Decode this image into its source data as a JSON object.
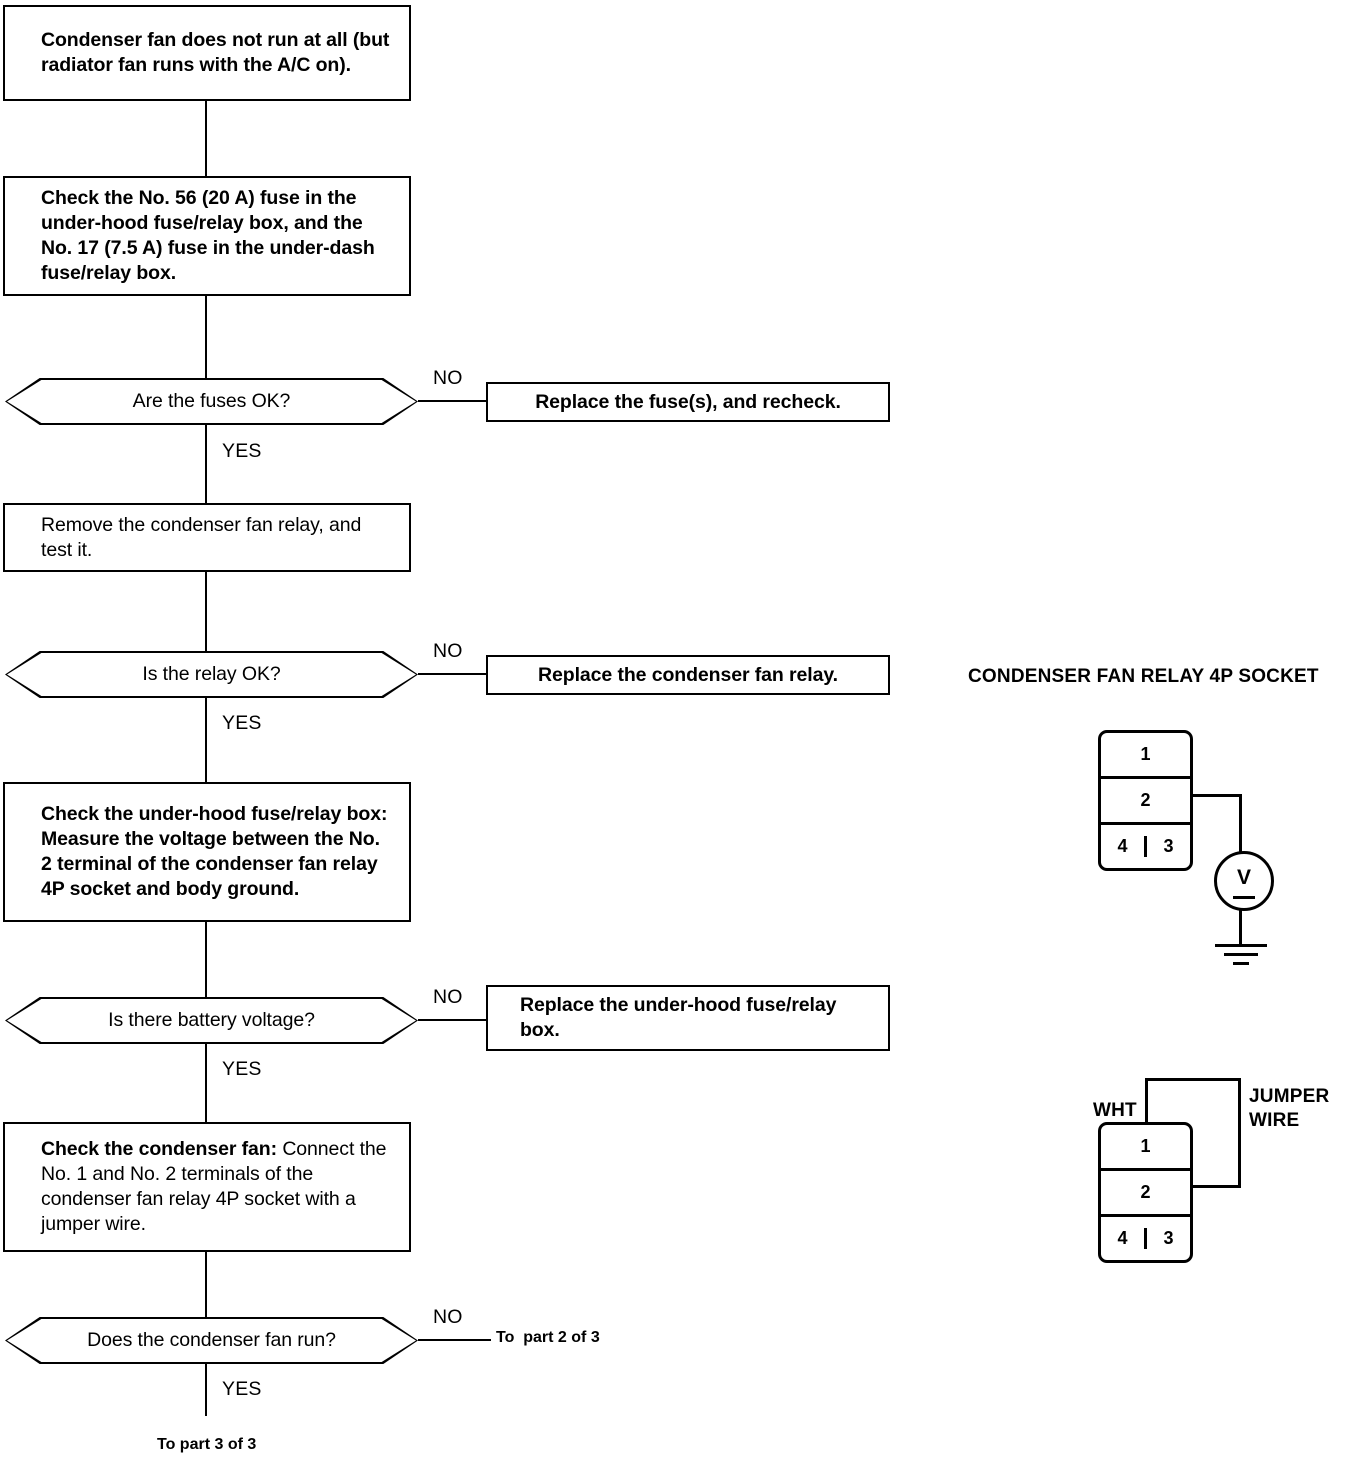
{
  "flowchart": {
    "nodes": [
      {
        "id": "symptom",
        "type": "process",
        "text": "Condenser fan does not run at all (but radiator fan runs with the A/C on)."
      },
      {
        "id": "check-fuses",
        "type": "process",
        "text": "Check the No. 56 (20 A) fuse in the under-hood fuse/relay box, and the No. 17 (7.5 A) fuse in the under-dash fuse/relay box."
      },
      {
        "id": "fuses-ok",
        "type": "decision",
        "text": "Are the fuses OK?"
      },
      {
        "id": "replace-fuses",
        "type": "action",
        "text": "Replace the fuse(s), and recheck."
      },
      {
        "id": "remove-relay",
        "type": "process",
        "text": "Remove the condenser fan relay, and test it."
      },
      {
        "id": "relay-ok",
        "type": "decision",
        "text": "Is the relay OK?"
      },
      {
        "id": "replace-relay",
        "type": "action",
        "text": "Replace the condenser fan relay."
      },
      {
        "id": "check-underhood",
        "type": "process",
        "heading": "Check the under-hood fuse/relay box:",
        "text": "Measure the voltage between the No. 2 terminal of the condenser fan relay 4P socket and body ground."
      },
      {
        "id": "battery-voltage",
        "type": "decision",
        "text": "Is there battery voltage?"
      },
      {
        "id": "replace-underhood",
        "type": "action",
        "text": "Replace the under-hood fuse/relay box."
      },
      {
        "id": "check-fan",
        "type": "process",
        "heading": "Check the condenser fan:",
        "text": "Connect the No. 1 and No. 2 terminals of the condenser fan relay 4P socket with a jumper wire."
      },
      {
        "id": "fan-runs",
        "type": "decision",
        "text": "Does the condenser fan run?"
      }
    ],
    "branch_labels": {
      "yes": "YES",
      "no": "NO"
    },
    "connectors": [
      {
        "id": "to-part-2",
        "text": "To  part 2 of 3"
      },
      {
        "id": "to-part-3",
        "text": "To part 3 of 3"
      }
    ]
  },
  "diagrams": {
    "socket_voltage": {
      "title": "CONDENSER FAN RELAY 4P SOCKET",
      "terminals": {
        "t1": "1",
        "t2": "2",
        "t4": "4",
        "t3": "3"
      },
      "meter_label": "V"
    },
    "socket_jumper": {
      "terminals": {
        "t1": "1",
        "t2": "2",
        "t4": "4",
        "t3": "3"
      },
      "wire_color_label": "WHT",
      "jumper_label": "JUMPER\nWIRE"
    }
  },
  "colors": {
    "ink": "#000000",
    "paper": "#ffffff"
  }
}
